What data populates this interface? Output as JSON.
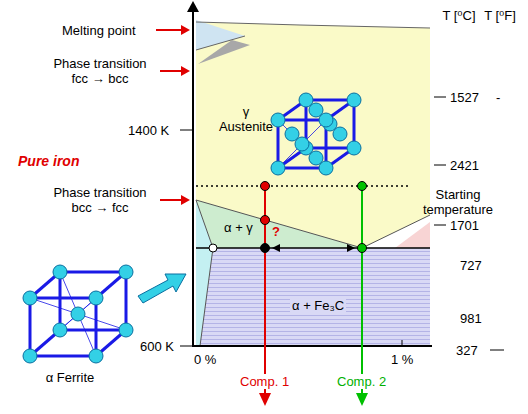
{
  "diagram": {
    "labels": [
      "Melting point",
      "Phase transition fcc → bcc",
      "1400 K",
      "Pure iron",
      "Phase transition bcc → fcc",
      "600 K",
      "α Ferrite",
      "0 %",
      "1 %",
      "Comp. 1",
      "Comp. 2",
      "γ Austenite",
      "α + γ",
      "?",
      "α + Fe₃C",
      "Starting temperature",
      "T [⁰C]",
      "T [⁰F]",
      "1527",
      "-",
      "2421",
      "1701",
      "727",
      "981",
      "327"
    ]
  }
}
